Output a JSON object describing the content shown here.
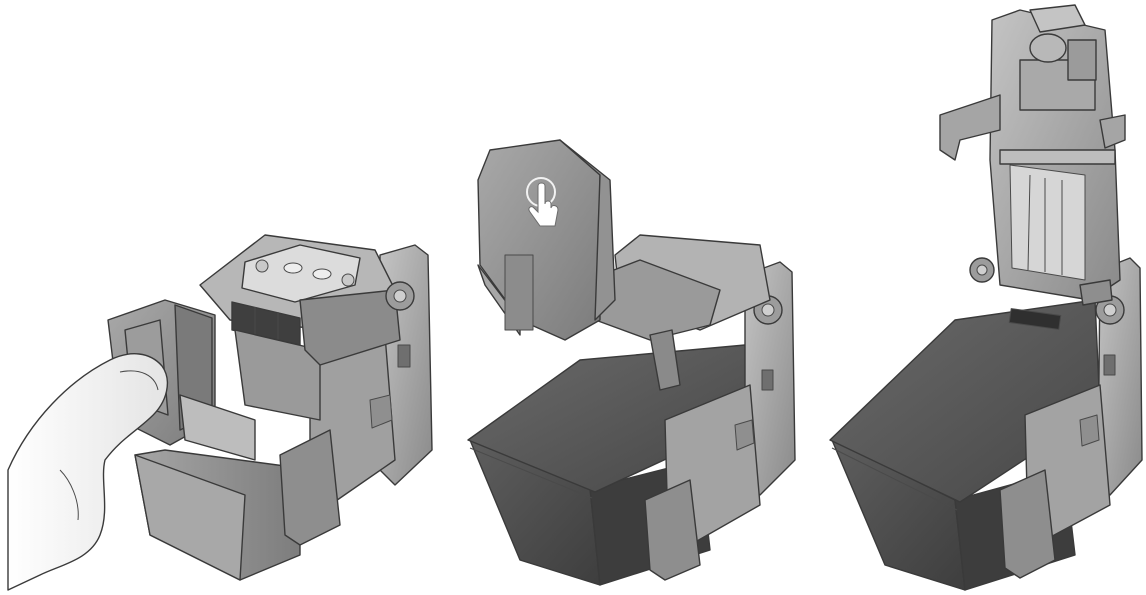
{
  "illustration": {
    "panels": [
      {
        "name": "step-1-press-latch",
        "icons": [
          "finger-icon"
        ]
      },
      {
        "name": "step-2-latch-raised",
        "icons": [
          "touch-hand-icon"
        ]
      },
      {
        "name": "step-3-latch-fully-open"
      }
    ]
  },
  "colors": {
    "background": "#ffffff",
    "cartridge_dark": "#4d4d4d",
    "cartridge_top": "#5a5a5a",
    "housing_gray": "#9a9a9a",
    "housing_light": "#bdbdbd",
    "housing_dark": "#7a7a7a",
    "skin": "#f1f1f1",
    "outline": "#3a3a3a"
  }
}
